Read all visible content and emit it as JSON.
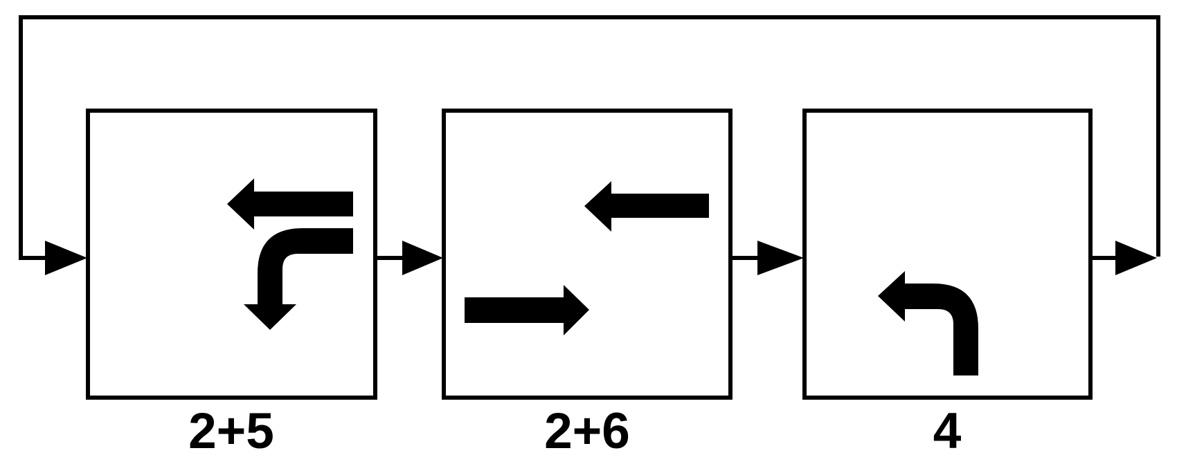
{
  "diagram": {
    "type": "flow-loop",
    "background_color": "#ffffff",
    "ink_color": "#000000",
    "boxes": [
      {
        "label": "2+5",
        "icons": [
          "arrow-left-icon",
          "arrow-elbow-right-to-down-icon"
        ]
      },
      {
        "label": "2+6",
        "icons": [
          "arrow-left-icon",
          "arrow-right-icon"
        ]
      },
      {
        "label": "4",
        "icons": [
          "arrow-elbow-up-to-left-icon"
        ]
      }
    ],
    "connectors": [
      "feedback-entry-arrow",
      "box1-to-box2-arrow",
      "box2-to-box3-arrow",
      "box3-to-feedback-arrow",
      "feedback-loop-line"
    ]
  }
}
